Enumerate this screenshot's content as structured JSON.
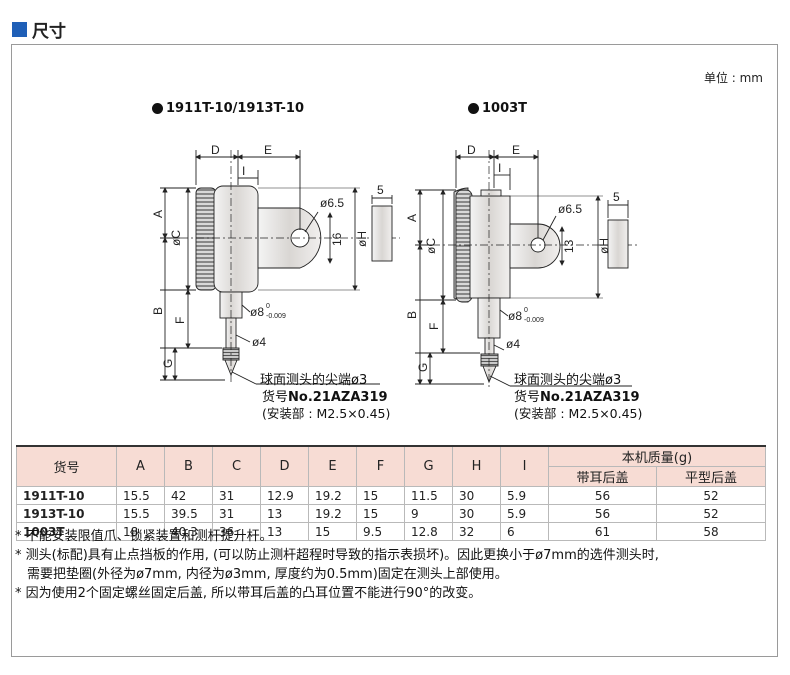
{
  "header": {
    "title": "尺寸"
  },
  "unit_label": "单位 : mm",
  "models": [
    {
      "title": "1911T-10/1913T-10",
      "tip_label": "球面测头的尖端ø3",
      "part_prefix": "货号",
      "part_no": "No.21AZA319",
      "mount": "(安装部 : M2.5×0.45)"
    },
    {
      "title": "1003T",
      "tip_label": "球面测头的尖端ø3",
      "part_prefix": "货号",
      "part_no": "No.21AZA319",
      "mount": "(安装部 : M2.5×0.45)"
    }
  ],
  "dims": {
    "A": "A",
    "B": "B",
    "C": "øC",
    "D": "D",
    "E": "E",
    "F": "F",
    "G": "G",
    "H": "øH",
    "I": "I",
    "hole": "ø6.5",
    "lug": "5",
    "h16": "16",
    "h13": "13",
    "stem": "ø8",
    "stem_tol_top": "0",
    "stem_tol_bot": "-0.009",
    "spindle": "ø4"
  },
  "table": {
    "headers": [
      "货号",
      "A",
      "B",
      "C",
      "D",
      "E",
      "F",
      "G",
      "H",
      "I",
      "本机质量(g)"
    ],
    "sub_headers": [
      "带耳后盖",
      "平型后盖"
    ],
    "rows": [
      [
        "1911T-10",
        "15.5",
        "42",
        "31",
        "12.9",
        "19.2",
        "15",
        "11.5",
        "30",
        "5.9",
        "56",
        "52"
      ],
      [
        "1913T-10",
        "15.5",
        "39.5",
        "31",
        "13",
        "19.2",
        "15",
        "9",
        "30",
        "5.9",
        "56",
        "52"
      ],
      [
        "1003T",
        "18",
        "40.3",
        "36",
        "13",
        "15",
        "9.5",
        "12.8",
        "32",
        "6",
        "61",
        "58"
      ]
    ]
  },
  "notes": [
    "* 不能安装限值爪、锁紧装置和测杆提升杆。",
    "* 测头(标配)具有止点挡板的作用, (可以防止测杆超程时导致的指示表损坏)。因此更换小于ø7mm的选件测头时,",
    "需要把垫圈(外径为ø7mm, 内径为ø3mm, 厚度约为0.5mm)固定在测头上部使用。",
    "* 因为使用2个固定螺丝固定后盖, 所以带耳后盖的凸耳位置不能进行90°的改变。"
  ]
}
